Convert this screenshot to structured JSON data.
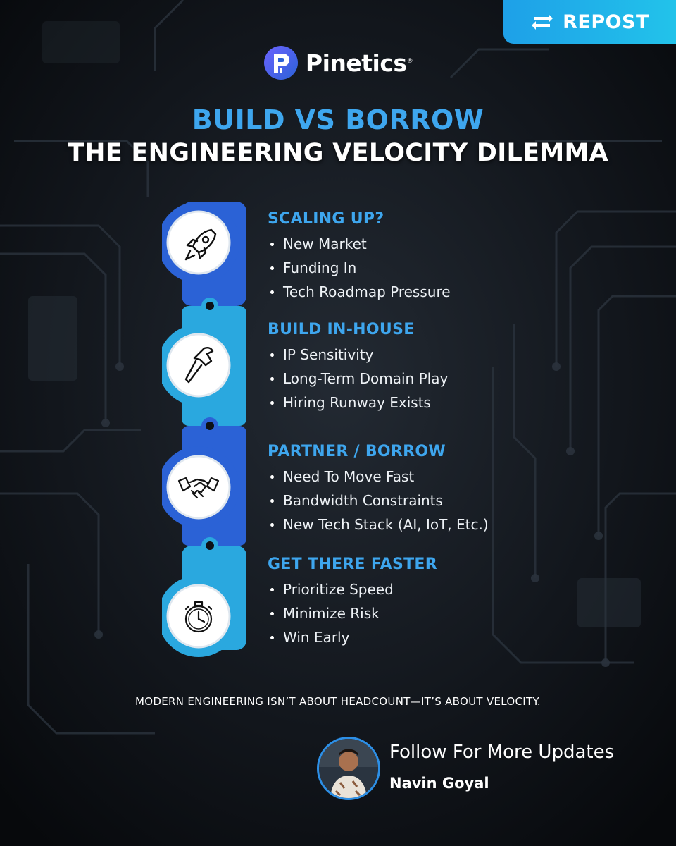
{
  "repost": {
    "label": "REPOST"
  },
  "brand": {
    "name": "Pinetics",
    "mark": "®"
  },
  "title": {
    "line1": "BUILD VS BORROW",
    "line2": "THE ENGINEERING VELOCITY DILEMMA"
  },
  "sections": [
    {
      "heading": "SCALING UP?",
      "icon": "rocket-icon",
      "items": [
        "New Market",
        "Funding In",
        "Tech Roadmap Pressure"
      ]
    },
    {
      "heading": "BUILD IN-HOUSE",
      "icon": "hammer-icon",
      "items": [
        "IP Sensitivity",
        "Long-Term Domain Play",
        "Hiring Runway Exists"
      ]
    },
    {
      "heading": "PARTNER / BORROW",
      "icon": "handshake-icon",
      "items": [
        "Need To Move Fast",
        "Bandwidth Constraints",
        "New Tech Stack (AI, IoT, Etc.)"
      ]
    },
    {
      "heading": "GET THERE FASTER",
      "icon": "stopwatch-icon",
      "items": [
        "Prioritize Speed",
        "Minimize Risk",
        "Win Early"
      ]
    }
  ],
  "tagline": "MODERN ENGINEERING ISN’T ABOUT HEADCOUNT—IT’S ABOUT VELOCITY.",
  "follow": {
    "text": "Follow For More Updates",
    "name": "Navin Goyal"
  },
  "colors": {
    "accent": "#3ea6ee",
    "dark_blue": "#2b62d6",
    "light_blue": "#2aa8df",
    "repost_bg": "#1ea0e8"
  }
}
